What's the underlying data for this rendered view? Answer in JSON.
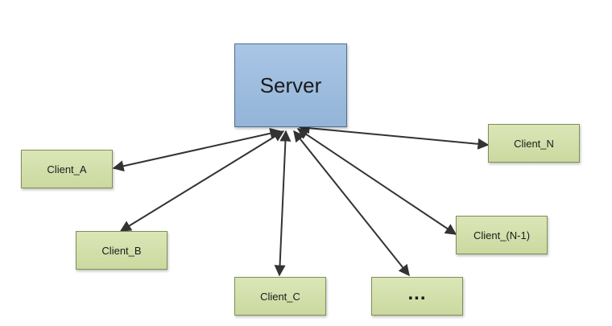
{
  "server": {
    "label": "Server",
    "color": "#a3c1e3"
  },
  "clients": [
    {
      "id": "client-a",
      "label": "Client_A"
    },
    {
      "id": "client-b",
      "label": "Client_B"
    },
    {
      "id": "client-c",
      "label": "Client_C"
    },
    {
      "id": "client-more",
      "label": "..."
    },
    {
      "id": "client-n1",
      "label": "Client_(N-1)"
    },
    {
      "id": "client-n",
      "label": "Client_N"
    }
  ],
  "colors": {
    "client_fill": "#d4e0ab",
    "arrow": "#333333"
  }
}
